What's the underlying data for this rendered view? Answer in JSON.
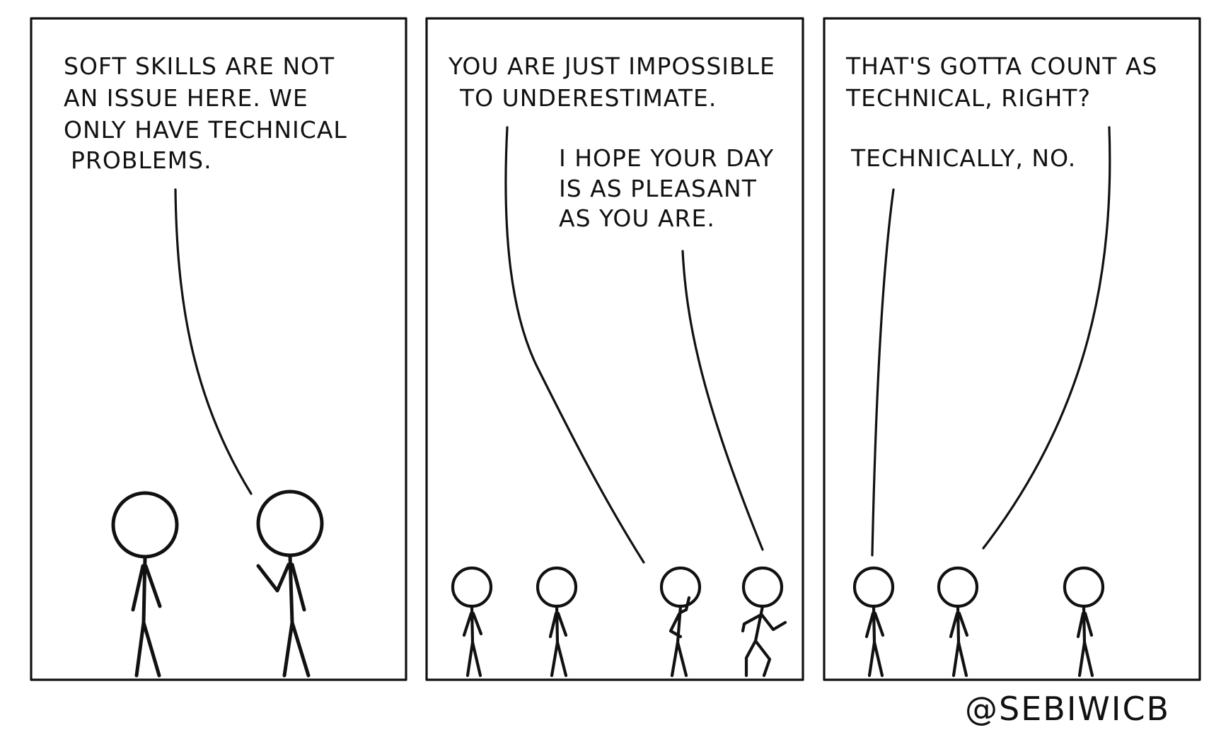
{
  "panels": [
    {
      "speech": [
        [
          "SOFT SKILLS ARE NOT",
          "AN ISSUE HERE. WE",
          "ONLY HAVE TECHNICAL",
          "PROBLEMS."
        ]
      ]
    },
    {
      "speech": [
        [
          "YOU ARE JUST IMPOSSIBLE",
          "TO UNDERESTIMATE."
        ],
        [
          "I HOPE YOUR DAY",
          "IS AS PLEASANT",
          "AS YOU ARE."
        ]
      ]
    },
    {
      "speech": [
        [
          "THAT'S GOTTA COUNT AS",
          "TECHNICAL, RIGHT?"
        ],
        [
          "TECHNICALLY, NO."
        ]
      ]
    }
  ],
  "credit": "@SEBIWICB"
}
